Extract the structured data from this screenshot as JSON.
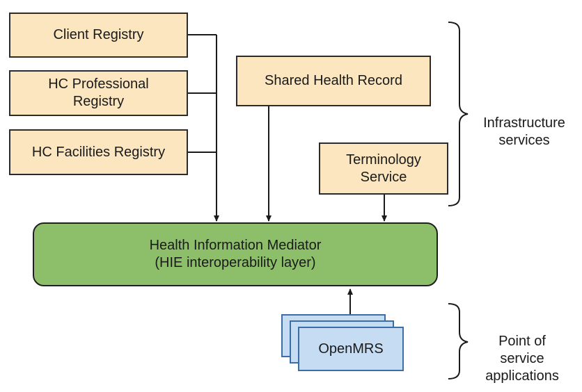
{
  "registries": [
    {
      "label": "Client Registry"
    },
    {
      "label": "HC Professional\nRegistry"
    },
    {
      "label": "HC Facilities Registry"
    }
  ],
  "shared_health_record": {
    "label": "Shared Health Record"
  },
  "terminology_service": {
    "label": "Terminology\nService"
  },
  "mediator": {
    "title": "Health Information Mediator",
    "subtitle": "(HIE interoperability layer)"
  },
  "openmrs": {
    "label": "OpenMRS"
  },
  "groups": {
    "infrastructure": "Infrastructure\nservices",
    "point_of_service": "Point of\nservice\napplications"
  },
  "colors": {
    "registry_fill": "#fbe6c0",
    "mediator_fill": "#8dbf6b",
    "openmrs_fill": "#c6dcf3",
    "openmrs_border": "#3a6ea5"
  }
}
